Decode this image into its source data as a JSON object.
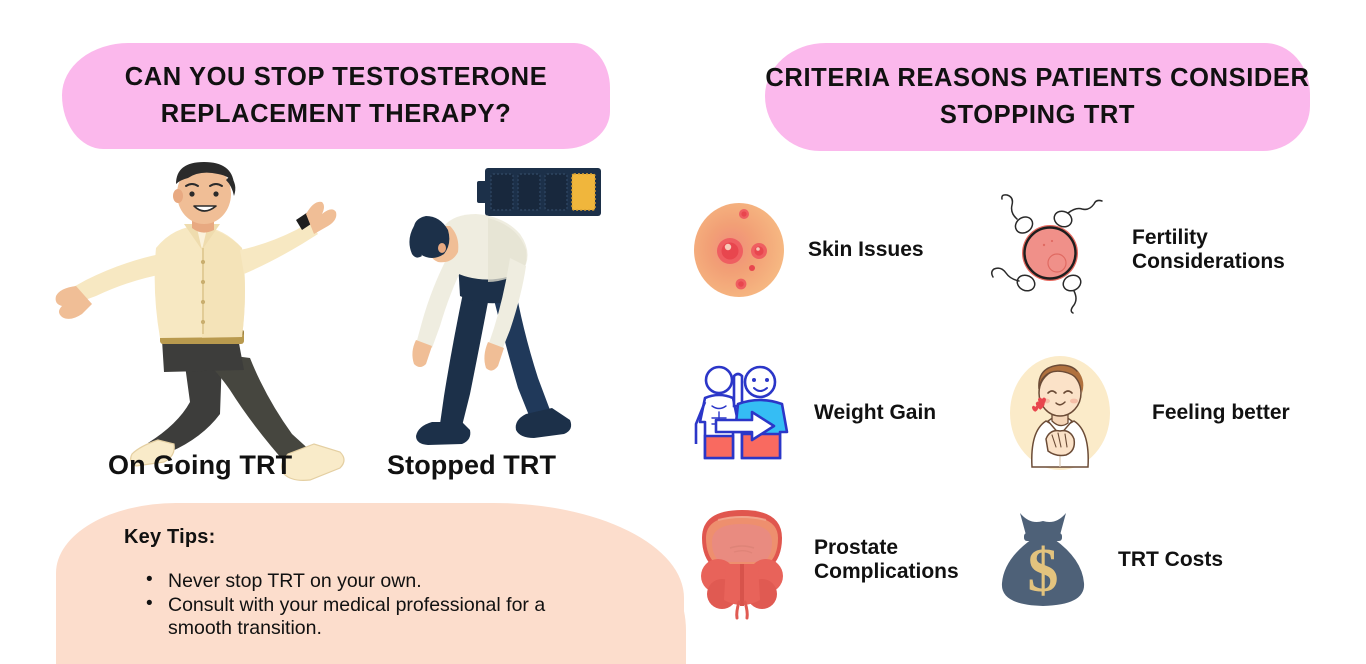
{
  "headers": {
    "left": "CAN YOU STOP TESTOSTERONE REPLACEMENT THERAPY?",
    "right": "CRITERIA REASONS PATIENTS CONSIDER STOPPING TRT"
  },
  "comparison": {
    "ongoing_label": "On Going TRT",
    "stopped_label": "Stopped TRT",
    "ongoing_icon": "happy-running-man-illustration",
    "stopped_icon": "tired-slouching-man-illustration",
    "battery_icon": "low-battery-icon"
  },
  "key_tips": {
    "title": "Key Tips:",
    "items": [
      "Never stop TRT on your own.",
      "Consult with your medical professional for a smooth transition."
    ]
  },
  "reasons": [
    {
      "label": "Skin Issues",
      "icon": "skin-acne-icon"
    },
    {
      "label": "Fertility Considerations",
      "icon": "fertility-egg-sperm-icon"
    },
    {
      "label": "Weight Gain",
      "icon": "weight-gain-bodies-icon"
    },
    {
      "label": "Feeling better",
      "icon": "feeling-better-man-icon"
    },
    {
      "label": "Prostate Complications",
      "icon": "prostate-anatomy-icon"
    },
    {
      "label": "TRT Costs",
      "icon": "money-bag-icon"
    }
  ],
  "colors": {
    "header_pink": "#FBB8EC",
    "peach_panel": "#FCDDCC",
    "text_dark": "#111111",
    "navy": "#1C3049",
    "battery_amber": "#F0B63C",
    "shirt_cream": "#F7E8C2",
    "pants_gray": "#3D3D3B",
    "skin_orange": "#F4A86B",
    "acne_red": "#EE5A5A",
    "egg_pink": "#F09089",
    "weight_blue": "#2B36C8",
    "weight_cyan": "#35BDF4",
    "weight_red": "#F96A60",
    "feeling_bg": "#FBEBC9",
    "prostate_red": "#E0564E",
    "bag_slate": "#4E6178",
    "bag_gold": "#E3C37E"
  }
}
